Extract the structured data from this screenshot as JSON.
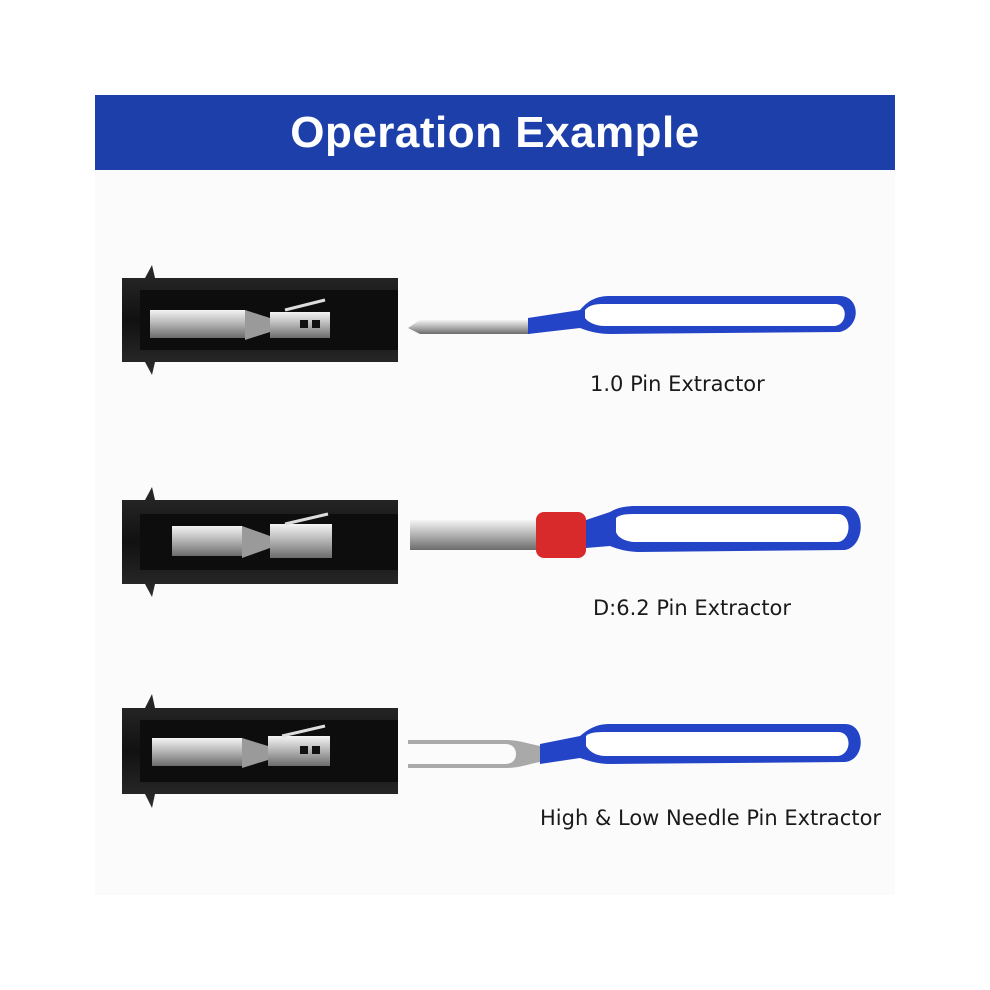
{
  "banner": {
    "title": "Operation Example"
  },
  "colors": {
    "banner_bg": "#1c3faa",
    "handle": "#2444c8",
    "collar": "#d82a2a",
    "connector": "#1b1b1b"
  },
  "tools": [
    {
      "label": "1.0 Pin Extractor",
      "tip_type": "flat-blade"
    },
    {
      "label": "D:6.2 Pin Extractor",
      "tip_type": "tube-with-collar"
    },
    {
      "label": "High & Low Needle Pin Extractor",
      "tip_type": "forked-needle"
    }
  ]
}
